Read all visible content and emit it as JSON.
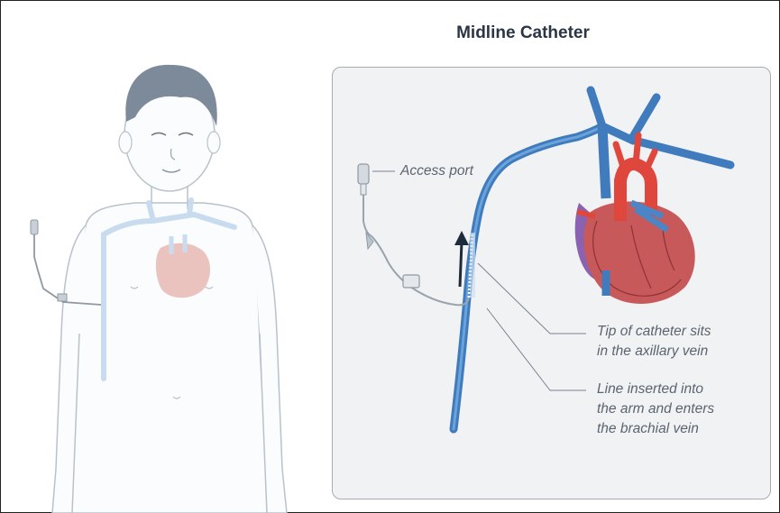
{
  "title": "Midline Catheter",
  "labels": {
    "access_port": "Access port",
    "tip_line1": "Tip of catheter sits",
    "tip_line2": "in the axillary vein",
    "line_line1": "Line inserted into",
    "line_line2": "the arm and enters",
    "line_line3": "the brachial vein"
  },
  "colors": {
    "vein_blue": "#4a86c5",
    "heart_red": "#d95a4a",
    "artery_red": "#e0473c",
    "purple": "#8b62b0",
    "panel_bg": "#f1f2f4",
    "body_outline": "#b8c2cc"
  }
}
